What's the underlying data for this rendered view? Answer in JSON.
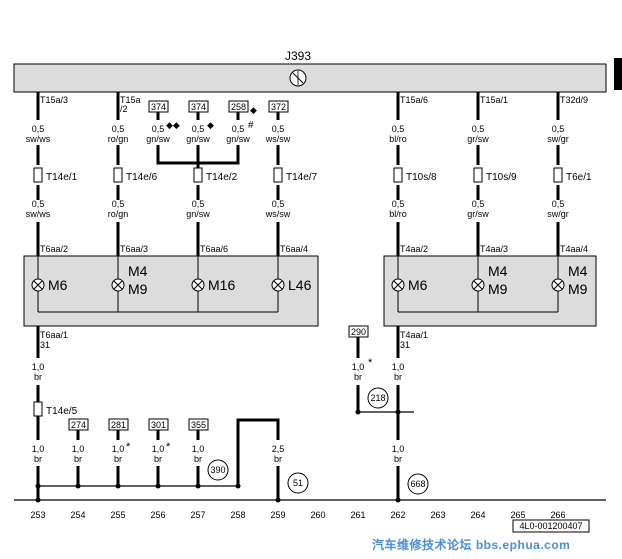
{
  "header": {
    "component": "J393",
    "main_symbol": "light-bulb-icon"
  },
  "top_terminals": [
    {
      "label": "T15a/3"
    },
    {
      "label": "T15a",
      "sub": "/2"
    },
    {
      "label": "T15a/6"
    },
    {
      "label": "T15a/1"
    },
    {
      "label": "T32d/9"
    }
  ],
  "boxed_refs": [
    "374",
    "374",
    "258",
    "372",
    "290",
    "274",
    "281",
    "301",
    "355"
  ],
  "ref_marks": {
    "diamonds_2": "◆◆",
    "diamond_1": "◆",
    "diamond_258": "◆",
    "hash": "#",
    "star": "*"
  },
  "wire_sizes": [
    "0,5",
    "1,0",
    "2,5"
  ],
  "wire_colors": [
    "sw/ws",
    "ro/gn",
    "gn/sw",
    "ws/sw",
    "bl/ro",
    "gr/sw",
    "sw/gr",
    "br"
  ],
  "connectors_mid": [
    "T14e/1",
    "T14e/6",
    "T14e/2",
    "T14e/7",
    "T10s/8",
    "T10s/9",
    "T6e/1"
  ],
  "connectors_box": [
    "T6aa/2",
    "T6aa/3",
    "T6aa/6",
    "T6aa/4",
    "T4aa/2",
    "T4aa/3",
    "T4aa/4"
  ],
  "lamps_left": [
    "M6",
    "M4",
    "M9",
    "M16",
    "L46"
  ],
  "lamps_right": [
    "M6",
    "M4",
    "M9",
    "M4",
    "M9"
  ],
  "lower_connectors": [
    "T6aa/1",
    "31",
    "T4aa/1",
    "31",
    "T14e/5"
  ],
  "circle_refs": [
    "390",
    "51",
    "218",
    "668"
  ],
  "ruler": [
    "253",
    "254",
    "255",
    "256",
    "257",
    "258",
    "259",
    "260",
    "261",
    "262",
    "263",
    "264",
    "265",
    "266"
  ],
  "figure_id": "4L0-001200407",
  "watermark": "汽车维修技术论坛 bbs.ephua.com"
}
